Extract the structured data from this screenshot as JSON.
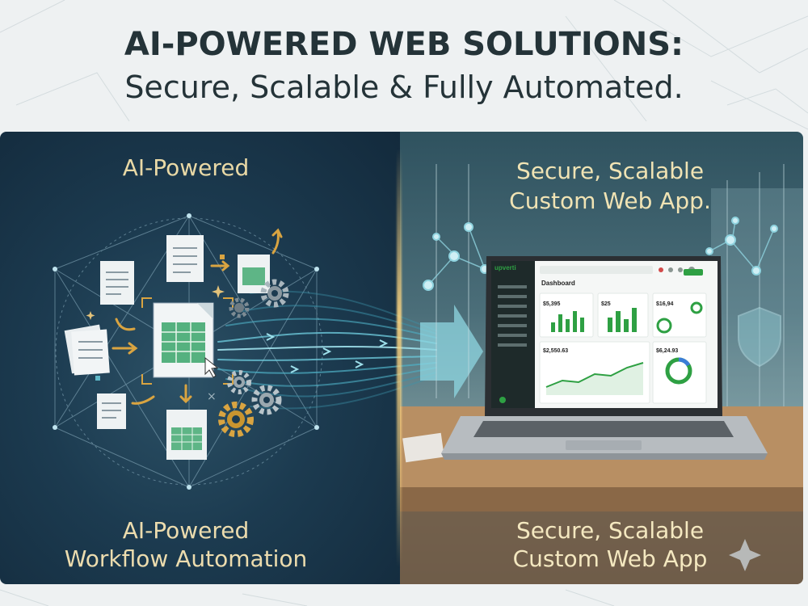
{
  "header": {
    "title_line1": "AI-POWERED WEB SOLUTIONS:",
    "title_line2": "Secure, Scalable & Fully Automated."
  },
  "left_panel": {
    "top_caption": "AI-Powered",
    "bottom_caption_line1": "AI-Powered",
    "bottom_caption_line2": "Workflow Automation"
  },
  "right_panel": {
    "top_caption_line1": "Secure, Scalable",
    "top_caption_line2": "Custom Web App.",
    "bottom_caption_line1": "Secure, Scalable",
    "bottom_caption_line2": "Custom Web App"
  },
  "laptop": {
    "brand": "upverti",
    "page_title": "Dashboard",
    "card1_value": "$5,395",
    "card2_value": "$25",
    "card3_value": "$16,94",
    "card4_value": "$2,550.63",
    "card5_value": "$6,24.93",
    "accent": "#2ea043"
  },
  "colors": {
    "left_bg": "#1c3b50",
    "caption_gold": "#e9d9a6",
    "cyan_flow": "#7fd3e0",
    "gear_gold": "#d9a441"
  }
}
